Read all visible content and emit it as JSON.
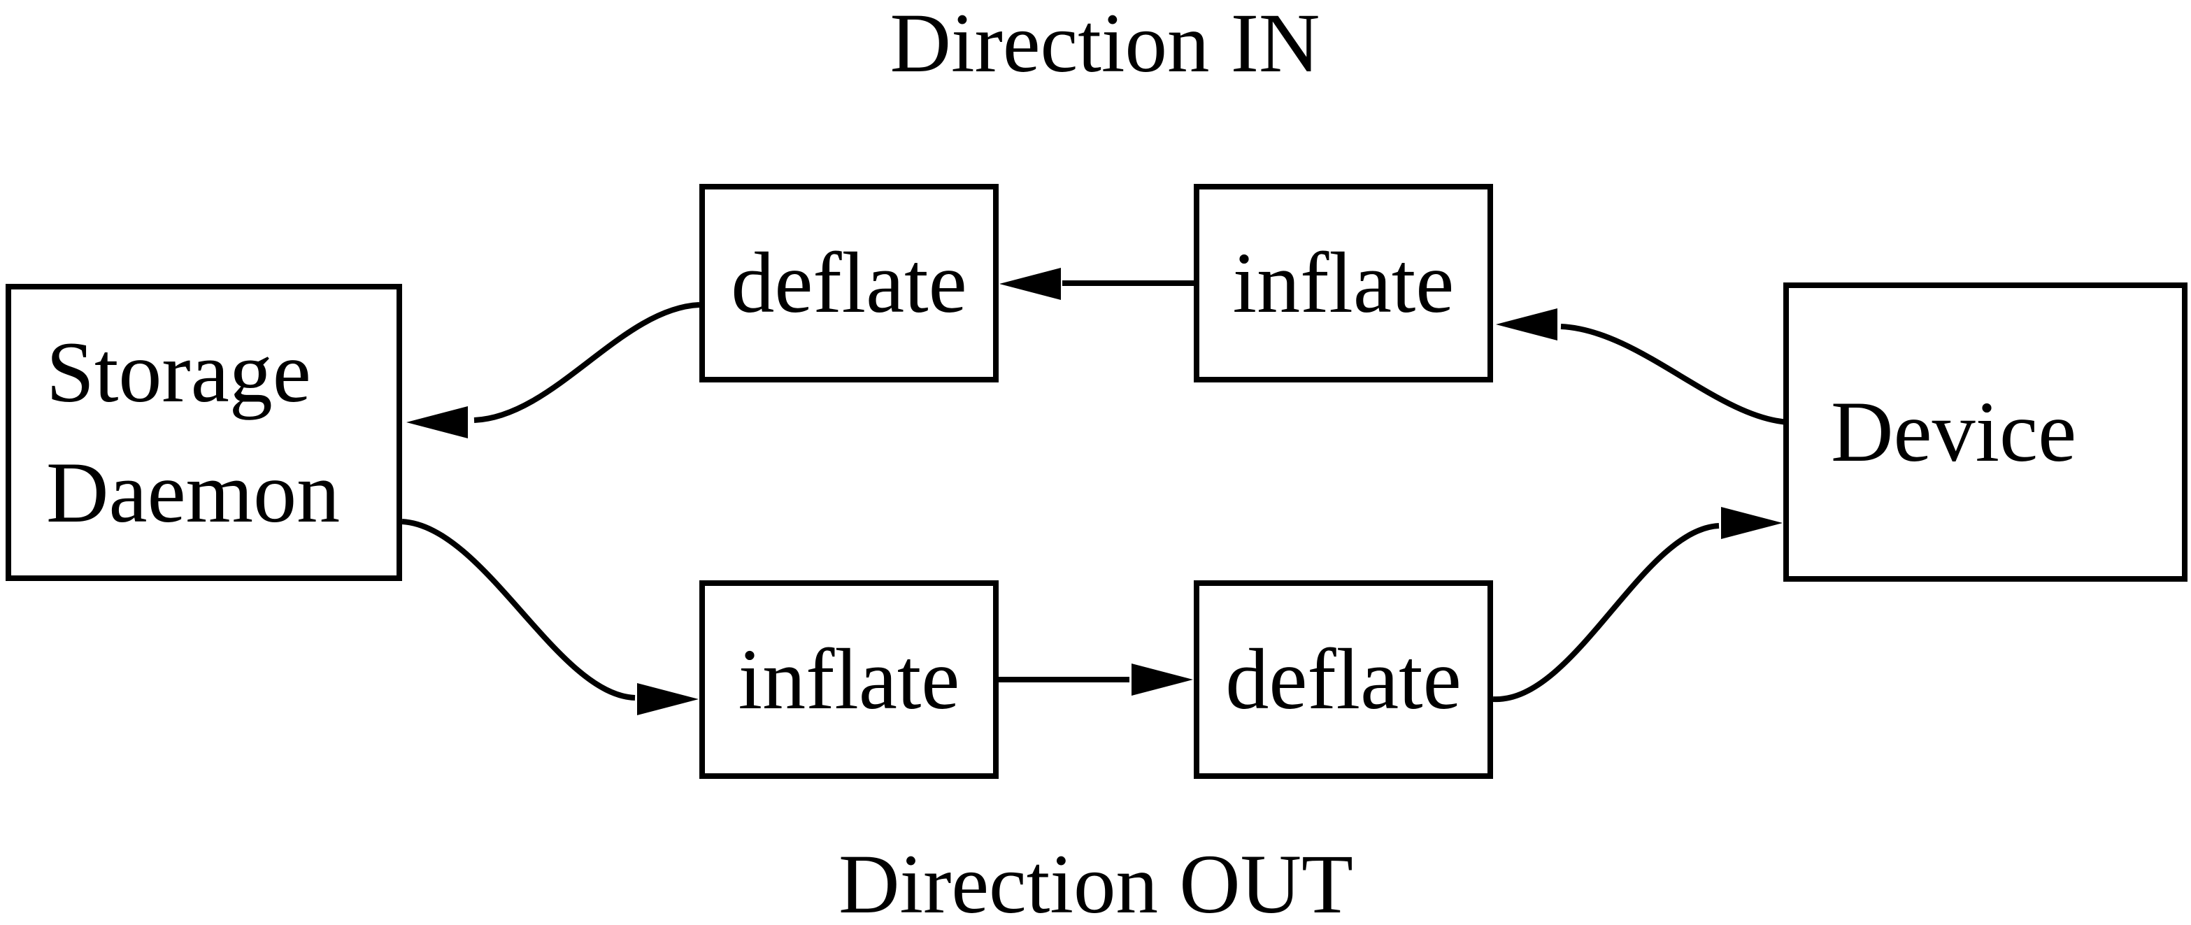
{
  "meta": {
    "diagram_type": "flow-diagram",
    "background_color": "#ffffff",
    "ink_color": "#000000"
  },
  "titles": {
    "direction_in": "Direction IN",
    "direction_out": "Direction OUT"
  },
  "nodes": {
    "storage_daemon": {
      "label_line1": "Storage",
      "label_line2": "Daemon"
    },
    "deflate_in": {
      "label": "deflate"
    },
    "inflate_in": {
      "label": "inflate"
    },
    "inflate_out": {
      "label": "inflate"
    },
    "deflate_out": {
      "label": "deflate"
    },
    "device": {
      "label": "Device"
    }
  },
  "edges": [
    {
      "id": "in-device-to-inflate",
      "from": "Device",
      "to": "inflate (IN)",
      "direction": "IN",
      "arrow_points_to": "inflate (IN)"
    },
    {
      "id": "in-inflate-to-deflate",
      "from": "inflate (IN)",
      "to": "deflate (IN)",
      "direction": "IN",
      "arrow_points_to": "deflate (IN)"
    },
    {
      "id": "in-deflate-to-storage",
      "from": "deflate (IN)",
      "to": "Storage Daemon",
      "direction": "IN",
      "arrow_points_to": "Storage Daemon"
    },
    {
      "id": "out-storage-to-inflate",
      "from": "Storage Daemon",
      "to": "inflate (OUT)",
      "direction": "OUT",
      "arrow_points_to": "inflate (OUT)"
    },
    {
      "id": "out-inflate-to-deflate",
      "from": "inflate (OUT)",
      "to": "deflate (OUT)",
      "direction": "OUT",
      "arrow_points_to": "deflate (OUT)"
    },
    {
      "id": "out-deflate-to-device",
      "from": "deflate (OUT)",
      "to": "Device",
      "direction": "OUT",
      "arrow_points_to": "Device"
    }
  ]
}
